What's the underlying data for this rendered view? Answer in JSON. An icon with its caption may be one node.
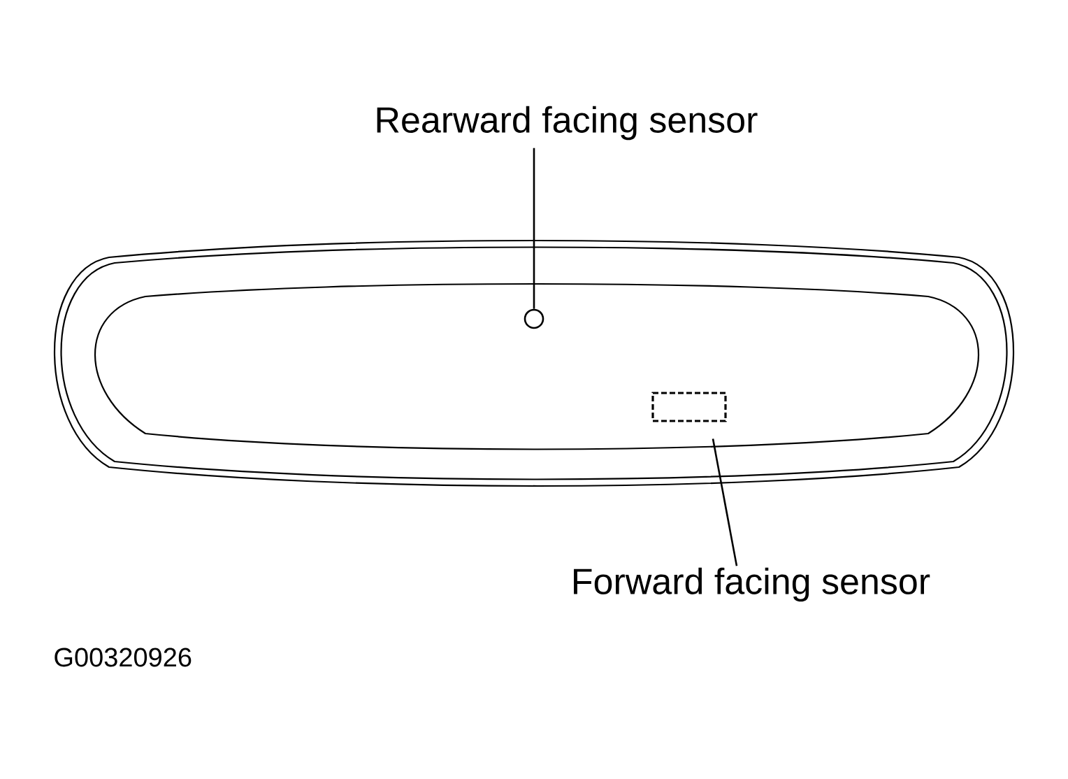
{
  "diagram": {
    "nodes": [
      {
        "text": [
          "Rearward facing sensor"
        ]
      },
      {
        "text": [],
        "shape": "circle"
      },
      {
        "text": [
          "Forward facing sensor"
        ]
      },
      {
        "text": [],
        "shape": "box"
      }
    ],
    "edges": [
      {
        "from": 0,
        "to": 1,
        "arrow": "none"
      },
      {
        "from": 2,
        "to": 3,
        "arrow": "none"
      }
    ],
    "labels": [
      "G00320926"
    ]
  }
}
